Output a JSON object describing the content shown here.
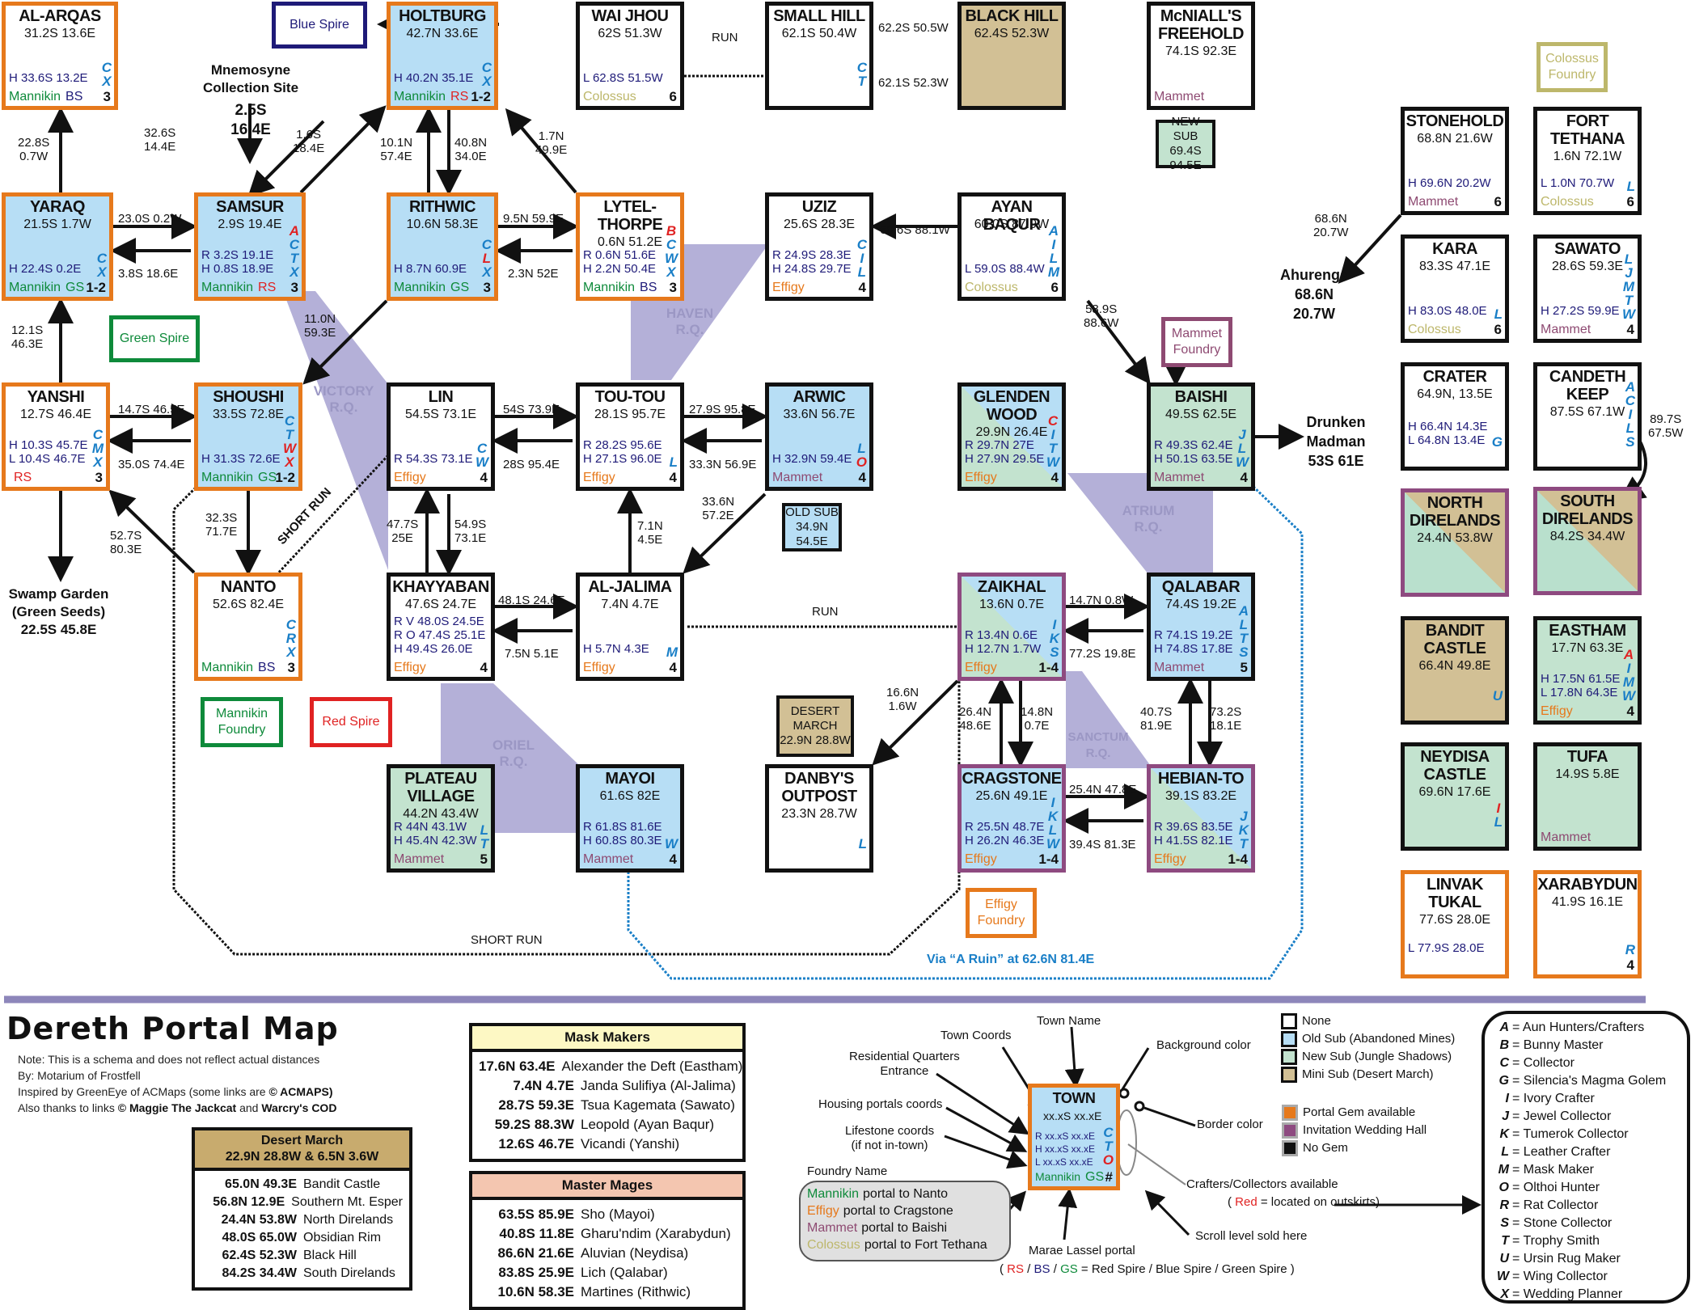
{
  "title": "Dereth Portal Map",
  "notes": {
    "line1": "Note: This is a schema and does not reflect actual distances",
    "line2": "By: Motarium of Frostfell",
    "line3_pre": "Inspired by GreenEye of ACMaps  (some links are ",
    "line3_b": "© ACMAPS)",
    "line4_pre": "Also thanks to links ",
    "line4_b1": "© Maggie The Jackcat",
    "line4_mid": " and ",
    "line4_b2": "Warcry's COD"
  },
  "towns": {
    "al_arqas": {
      "name": "AL-ARQAS",
      "coords": "31.2S 13.6E",
      "lines": [
        "H 33.6S 13.2E"
      ],
      "foundry": "Mannikin",
      "spire": "BS",
      "level": "3",
      "crafters": [
        "C",
        "X"
      ]
    },
    "holtburg": {
      "name": "HOLTBURG",
      "coords": "42.7N 33.6E",
      "lines": [
        "H 40.2N 35.1E"
      ],
      "foundry": "Mannikin",
      "spire": "RS",
      "level": "1-2",
      "crafters": [
        "C",
        "X"
      ]
    },
    "wai_jhou": {
      "name": "WAI JHOU",
      "coords": "62S 51.3W",
      "lines": [
        "L 62.8S 51.5W"
      ],
      "foundry": "Colossus",
      "spire": "",
      "level": "6",
      "crafters": []
    },
    "small_hill": {
      "name": "SMALL HILL",
      "coords": "62.1S 50.4W",
      "lines": [],
      "foundry": "",
      "spire": "",
      "level": "",
      "crafters": [
        "C",
        "T"
      ]
    },
    "black_hill": {
      "name": "BLACK HILL",
      "coords": "62.4S 52.3W",
      "lines": [],
      "foundry": "",
      "spire": "",
      "level": "",
      "crafters": []
    },
    "mcnialls": {
      "name": "McNIALL'S\nFREEHOLD",
      "coords": "74.1S 92.3E",
      "lines": [],
      "foundry": "Mammet",
      "spire": "",
      "level": "",
      "crafters": []
    },
    "yaraq": {
      "name": "YARAQ",
      "coords": "21.5S 1.7W",
      "lines": [
        "H 22.4S 0.2E"
      ],
      "foundry": "Mannikin",
      "spire": "GS",
      "level": "1-2",
      "crafters": [
        "C",
        "X"
      ]
    },
    "samsur": {
      "name": "SAMSUR",
      "coords": "2.9S 19.4E",
      "lines": [
        "R 3.2S 19.1E",
        "H 0.8S 18.9E"
      ],
      "foundry": "Mannikin",
      "spire": "RS",
      "level": "3",
      "crafters": [
        "A*",
        "C",
        "T",
        "X"
      ]
    },
    "rithwic": {
      "name": "RITHWIC",
      "coords": "10.6N 58.3E",
      "lines": [
        "H 8.7N 60.9E"
      ],
      "foundry": "Mannikin",
      "spire": "GS",
      "level": "3",
      "crafters": [
        "C",
        "L*",
        "X"
      ]
    },
    "lytelthorpe": {
      "name": "LYTEL-\nTHORPE",
      "coords": "0.6N 51.2E",
      "lines": [
        "R 0.6N 51.6E",
        "H 2.2N 50.4E"
      ],
      "foundry": "Mannikin",
      "spire": "BS",
      "level": "3",
      "crafters": [
        "B*",
        "C",
        "W",
        "X"
      ]
    },
    "uziz": {
      "name": "UZIZ",
      "coords": "25.6S 28.3E",
      "lines": [
        "R 24.9S 28.3E",
        "H 24.8S 29.7E"
      ],
      "foundry": "Effigy",
      "spire": "",
      "level": "4",
      "crafters": [
        "C",
        "I",
        "L"
      ]
    },
    "ayan_baqur": {
      "name": "AYAN BAQUR",
      "coords": "60.0S 87.9W",
      "lines": [
        "L 59.0S 88.4W"
      ],
      "foundry": "Colossus",
      "spire": "",
      "level": "6",
      "crafters": [
        "A",
        "I",
        "L",
        "M"
      ]
    },
    "stonehold": {
      "name": "STONEHOLD",
      "coords": "68.8N 21.6W",
      "lines": [
        "H 69.6N 20.2W"
      ],
      "foundry": "Mammet",
      "spire": "",
      "level": "6",
      "crafters": []
    },
    "fort_tethana": {
      "name": "FORT\nTETHANA",
      "coords": "1.6N 72.1W",
      "lines": [
        "L 1.0N 70.7W"
      ],
      "foundry": "Colossus",
      "spire": "",
      "level": "6",
      "crafters": [
        "L"
      ]
    },
    "kara": {
      "name": "KARA",
      "coords": "83.3S 47.1E",
      "lines": [
        "H 83.0S 48.0E"
      ],
      "foundry": "Colossus",
      "spire": "",
      "level": "6",
      "crafters": [
        "L"
      ]
    },
    "sawato": {
      "name": "SAWATO",
      "coords": "28.6S 59.3E",
      "lines": [
        "H 27.2S 59.9E"
      ],
      "foundry": "Mammet",
      "spire": "",
      "level": "4",
      "crafters": [
        "L",
        "J",
        "M",
        "T",
        "W"
      ]
    },
    "yanshi": {
      "name": "YANSHI",
      "coords": "12.7S 46.4E",
      "lines": [
        "H 10.3S 45.7E",
        "L 10.4S 46.7E"
      ],
      "foundry": "",
      "spire": "RS",
      "level": "3",
      "crafters": [
        "C",
        "M",
        "X"
      ]
    },
    "shoushi": {
      "name": "SHOUSHI",
      "coords": "33.5S 72.8E",
      "lines": [
        "H 31.3S 72.6E"
      ],
      "foundry": "Mannikin",
      "spire": "GS",
      "level": "1-2",
      "crafters": [
        "C",
        "T",
        "W*",
        "X*"
      ]
    },
    "lin": {
      "name": "LIN",
      "coords": "54.5S 73.1E",
      "lines": [
        "R 54.3S 73.1E"
      ],
      "foundry": "Effigy",
      "spire": "",
      "level": "4",
      "crafters": [
        "C",
        "W"
      ]
    },
    "toutou": {
      "name": "TOU-TOU",
      "coords": "28.1S 95.7E",
      "lines": [
        "R 28.2S 95.6E",
        "H 27.1S 96.0E"
      ],
      "foundry": "Effigy",
      "spire": "",
      "level": "4",
      "crafters": [
        "L"
      ]
    },
    "arwic": {
      "name": "ARWIC",
      "coords": "33.6N 56.7E",
      "lines": [
        "H 32.9N 59.4E"
      ],
      "foundry": "Mammet",
      "spire": "",
      "level": "4",
      "crafters": [
        "L",
        "O*"
      ]
    },
    "glenden": {
      "name": "GLENDEN\nWOOD",
      "coords": "29.9N 26.4E",
      "lines": [
        "R 29.7N 27E",
        "H 27.9N 29.5E"
      ],
      "foundry": "Effigy",
      "spire": "",
      "level": "4",
      "crafters": [
        "C*",
        "I",
        "T",
        "W"
      ]
    },
    "baishi": {
      "name": "BAISHI",
      "coords": "49.5S 62.5E",
      "lines": [
        "R 49.3S 62.4E",
        "H 50.1S 63.5E"
      ],
      "foundry": "Mammet",
      "spire": "",
      "level": "4",
      "crafters": [
        "J",
        "L",
        "W"
      ]
    },
    "crater": {
      "name": "CRATER",
      "coords": "64.9N, 13.5E",
      "lines": [
        "H 66.4N 14.3E",
        "L 64.8N 13.4E"
      ],
      "foundry": "",
      "spire": "",
      "level": "",
      "crafters": [
        "G"
      ]
    },
    "candeth": {
      "name": "CANDETH\nKEEP",
      "coords": "87.5S 67.1W",
      "lines": [],
      "foundry": "",
      "spire": "",
      "level": "",
      "crafters": [
        "A",
        "C",
        "I",
        "L",
        "S"
      ]
    },
    "north_direlands": {
      "name": "NORTH\nDIRELANDS",
      "coords": "24.4N 53.8W",
      "lines": [],
      "foundry": "",
      "spire": "",
      "level": "",
      "crafters": []
    },
    "south_direlands": {
      "name": "SOUTH\nDIRELANDS",
      "coords": "84.2S 34.4W",
      "lines": [],
      "foundry": "",
      "spire": "",
      "level": "",
      "crafters": []
    },
    "nanto": {
      "name": "NANTO",
      "coords": "52.6S 82.4E",
      "lines": [],
      "foundry": "Mannikin",
      "spire": "BS",
      "level": "3",
      "crafters": [
        "C",
        "R",
        "X"
      ]
    },
    "khayyaban": {
      "name": "KHAYYABAN",
      "coords": "47.6S 24.7E",
      "lines": [
        "R V 48.0S 24.5E",
        "R O 47.4S 25.1E",
        "H 49.4S 26.0E"
      ],
      "foundry": "Effigy",
      "spire": "",
      "level": "4",
      "crafters": []
    },
    "al_jalima": {
      "name": "AL-JALIMA",
      "coords": "7.4N 4.7E",
      "lines": [
        "H 5.7N 4.3E"
      ],
      "foundry": "Effigy",
      "spire": "",
      "level": "4",
      "crafters": [
        "M"
      ]
    },
    "zaikhal": {
      "name": "ZAIKHAL",
      "coords": "13.6N 0.7E",
      "lines": [
        "R 13.4N 0.6E",
        "H 12.7N 1.7W"
      ],
      "foundry": "Effigy",
      "spire": "",
      "level": "1-4",
      "crafters": [
        "I",
        "K",
        "S"
      ]
    },
    "qalabar": {
      "name": "QALABAR",
      "coords": "74.4S 19.2E",
      "lines": [
        "R 74.1S 19.2E",
        "H 74.8S 17.8E"
      ],
      "foundry": "Mammet",
      "spire": "",
      "level": "5",
      "crafters": [
        "A",
        "L",
        "T",
        "S"
      ]
    },
    "bandit_castle": {
      "name": "BANDIT\nCASTLE",
      "coords": "66.4N 49.8E",
      "lines": [],
      "foundry": "",
      "spire": "",
      "level": "",
      "crafters": [
        "U"
      ]
    },
    "eastham": {
      "name": "EASTHAM",
      "coords": "17.7N 63.3E",
      "lines": [
        "H 17.5N 61.5E",
        "L 17.8N 64.3E"
      ],
      "foundry": "Effigy",
      "spire": "",
      "level": "4",
      "crafters": [
        "A*",
        "I",
        "M",
        "W"
      ]
    },
    "plateau": {
      "name": "PLATEAU\nVILLAGE",
      "coords": "44.2N 43.4W",
      "lines": [
        "R 44N 43.1W",
        "H 45.4N 42.3W"
      ],
      "foundry": "Mammet",
      "spire": "",
      "level": "5",
      "crafters": [
        "L",
        "T"
      ]
    },
    "mayoi": {
      "name": "MAYOI",
      "coords": "61.6S 82E",
      "lines": [
        "R 61.8S 81.6E",
        "H 60.8S 80.3E"
      ],
      "foundry": "Mammet",
      "spire": "",
      "level": "4",
      "crafters": [
        "W"
      ]
    },
    "danbys": {
      "name": "DANBY'S\nOUTPOST",
      "coords": "23.3N 28.7W",
      "lines": [],
      "foundry": "",
      "spire": "",
      "level": "",
      "crafters": [
        "L"
      ]
    },
    "cragstone": {
      "name": "CRAGSTONE",
      "coords": "25.6N 49.1E",
      "lines": [
        "R 25.5N 48.7E",
        "H 26.2N 46.3E"
      ],
      "foundry": "Effigy",
      "spire": "",
      "level": "1-4",
      "crafters": [
        "I",
        "K",
        "L",
        "W"
      ]
    },
    "hebian_to": {
      "name": "HEBIAN-TO",
      "coords": "39.1S 83.2E",
      "lines": [
        "R 39.6S 83.5E",
        "H 41.5S 82.1E"
      ],
      "foundry": "Effigy",
      "spire": "",
      "level": "1-4",
      "crafters": [
        "J",
        "K",
        "T"
      ]
    },
    "neydisa": {
      "name": "NEYDISA\nCASTLE",
      "coords": "69.6N 17.6E",
      "lines": [],
      "foundry": "",
      "spire": "",
      "level": "",
      "crafters": [
        "I*",
        "L"
      ]
    },
    "tufa": {
      "name": "TUFA",
      "coords": "14.9S 5.8E",
      "lines": [],
      "foundry": "Mammet",
      "spire": "",
      "level": "",
      "crafters": []
    },
    "linvak": {
      "name": "LINVAK\nTUKAL",
      "coords": "77.6S 28.0E",
      "lines": [
        "L 77.9S 28.0E"
      ],
      "foundry": "",
      "spire": "",
      "level": "",
      "crafters": []
    },
    "xarabydun": {
      "name": "XARABYDUN",
      "coords": "41.9S 16.1E",
      "lines": [],
      "foundry": "",
      "spire": "",
      "level": "4",
      "crafters": [
        "R"
      ]
    }
  },
  "subs": {
    "new_sub": "NEW SUB\n69.4S 94.5E",
    "old_sub": "OLD SUB\n34.9N 54.5E",
    "desert_march": "DESERT\nMARCH\n22.9N 28.8W"
  },
  "foundries": {
    "blue_spire": "Blue Spire",
    "green_spire": "Green Spire",
    "mannikin_foundry": "Mannikin\nFoundry",
    "red_spire": "Red Spire",
    "colossus_foundry": "Colossus\nFoundry",
    "mammet_foundry": "Mammet\nFoundry",
    "effigy_foundry": "Effigy\nFoundry"
  },
  "places": {
    "mnemosyne": "Mnemosyne\nCollection Site",
    "mnemosyne_coords": "2.5S\n16.4E",
    "swamp_garden": "Swamp Garden\n(Green Seeds)\n22.5S 45.8E",
    "ahurenga": "Ahurenga\n68.6N\n20.7W",
    "drunken_madman": "Drunken\nMadman\n53S 61E"
  },
  "rq": {
    "haven": "HAVEN\nR.Q.",
    "victory": "VICTORY\nR.Q.",
    "atrium": "ATRIUM\nR.Q.",
    "oriel": "ORIEL\nR.Q.",
    "sanctum": "SANCTUM\nR.Q."
  },
  "links": {
    "l1": "22.8S\n0.7W",
    "l2": "32.6S\n14.4E",
    "l3": "1.6S\n18.4E",
    "l4": "10.1N\n57.4E",
    "l5": "40.8N\n34.0E",
    "l6": "1.7N\n49.9E",
    "l7": "23.0S 0.2W",
    "l8": "3.8S 18.6E",
    "l9": "9.5N 59.9E",
    "l10": "2.3N 52E",
    "l11": "11.0N\n59.3E",
    "l12": "12.1S\n46.3E",
    "l13": "RUN",
    "l14": "62.2S 50.5W",
    "l15": "62.1S 52.3W",
    "l16": "60.6S 88.1W",
    "l17": "58.9S\n88.6W",
    "l18": "68.6N\n20.7W",
    "l19": "14.7S 46.5E",
    "l20": "35.0S 74.4E",
    "l21": "54S 73.9E",
    "l22": "28S 95.4E",
    "l23": "27.9S 95.8E",
    "l24": "33.3N 56.9E",
    "l25": "32.3S\n71.7E",
    "l26": "52.7S\n80.3E",
    "l27": "SHORT RUN",
    "l28": "47.7S\n25E",
    "l29": "54.9S\n73.1E",
    "l30": "7.1N\n4.5E",
    "l31": "33.6N\n57.2E",
    "l32": "48.1S 24.6E",
    "l33": "7.5N 5.1E",
    "l34": "RUN",
    "l35": "14.7N 0.8W",
    "l36": "77.2S 19.8E",
    "l37": "16.6N\n1.6W",
    "l38": "26.4N\n48.6E",
    "l39": "14.8N\n0.7E",
    "l40": "40.7S\n81.9E",
    "l41": "73.2S\n18.1E",
    "l42": "25.4N 47.8E",
    "l43": "39.4S 81.3E",
    "l44": "89.7S\n67.5W",
    "l45": "SHORT RUN",
    "via_ruin": "Via “A Ruin” at  62.6N 81.4E"
  },
  "tables": {
    "desert_march": {
      "header": "Desert March\n22.9N 28.8W & 6.5N 3.6W",
      "rows": [
        {
          "coords": "65.0N 49.3E",
          "name": "Bandit Castle"
        },
        {
          "coords": "56.8N 12.9E",
          "name": "Southern Mt. Esper"
        },
        {
          "coords": "24.4N 53.8W",
          "name": "North Direlands"
        },
        {
          "coords": "48.0S 65.0W",
          "name": "Obsidian Rim"
        },
        {
          "coords": "62.4S 52.3W",
          "name": "Black Hill"
        },
        {
          "coords": "84.2S 34.4W",
          "name": "South Direlands"
        }
      ]
    },
    "mask_makers": {
      "header": "Mask Makers",
      "rows": [
        {
          "coords": "17.6N 63.4E",
          "name": "Alexander the Deft (Eastham)"
        },
        {
          "coords": "7.4N 4.7E",
          "name": "Janda Sulifiya (Al-Jalima)"
        },
        {
          "coords": "28.7S 59.3E",
          "name": "Tsua Kagemata (Sawato)"
        },
        {
          "coords": "59.2S 88.3W",
          "name": "Leopold (Ayan Baqur)"
        },
        {
          "coords": "12.6S 46.7E",
          "name": "Vicandi (Yanshi)"
        }
      ]
    },
    "master_mages": {
      "header": "Master Mages",
      "rows": [
        {
          "coords": "63.5S 85.9E",
          "name": "Sho (Mayoi)"
        },
        {
          "coords": "40.8S 11.8E",
          "name": "Gharu'ndim (Xarabydun)"
        },
        {
          "coords": "86.6N 21.6E",
          "name": "Aluvian (Neydisa)"
        },
        {
          "coords": "83.8S 25.9E",
          "name": "Lich (Qalabar)"
        },
        {
          "coords": "10.6N 58.3E",
          "name": "Martines (Rithwic)"
        }
      ]
    }
  },
  "legend": {
    "town_name": "Town Name",
    "town_coords": "Town Coords",
    "rq_entrance": "Residential Quarters\nEntrance",
    "housing": "Housing portals coords",
    "lifestone": "Lifestone coords\n(if not in-town)",
    "foundry_name": "Foundry Name",
    "background_color": "Background color",
    "border_color": "Border color",
    "crafters": "Crafters/Collectors available",
    "crafters_note_pre": "( ",
    "crafters_note_red": "Red",
    "crafters_note_post": " = located on outskirts)",
    "scroll": "Scroll level sold here",
    "marae": "Marae Lassel portal",
    "marae_note": "= Red Spire / Blue Spire / Green Spire )",
    "sample": {
      "name": "TOWN",
      "coords": "xx.xS xx.xE",
      "r": "R xx.xS xx.xE",
      "h": "H xx.xS xx.xE",
      "l": "L xx.xS xx.xE",
      "foundry": "Mannikin",
      "spire": "GS",
      "level": "#",
      "crafters": [
        "C",
        "T",
        "O*"
      ]
    },
    "foundry_list": [
      {
        "name": "Mannikin",
        "text": "portal to Nanto"
      },
      {
        "name": "Effigy",
        "text": "portal to Cragstone"
      },
      {
        "name": "Mammet",
        "text": "portal to Baishi"
      },
      {
        "name": "Colossus",
        "text": "portal to Fort Tethana"
      }
    ],
    "backgrounds": [
      {
        "label": "None",
        "color": "#ffffff"
      },
      {
        "label": "Old Sub (Abandoned Mines)",
        "color": "#b7def5"
      },
      {
        "label": "New Sub (Jungle Shadows)",
        "color": "#c3e3cf"
      },
      {
        "label": "Mini Sub (Desert March)",
        "color": "#d2c095"
      }
    ],
    "borders": [
      {
        "label": "Portal Gem available",
        "color": "#e6791c"
      },
      {
        "label": "Invitation Wedding Hall",
        "color": "#8e4a80"
      },
      {
        "label": "No Gem",
        "color": "#111111"
      }
    ],
    "key": [
      {
        "k": "A",
        "v": "= Aun Hunters/Crafters"
      },
      {
        "k": "B",
        "v": "= Bunny Master"
      },
      {
        "k": "C",
        "v": "= Collector"
      },
      {
        "k": "G",
        "v": "= Silencia's Magma Golem"
      },
      {
        "k": "I",
        "v": "= Ivory Crafter"
      },
      {
        "k": "J",
        "v": "= Jewel Collector"
      },
      {
        "k": "K",
        "v": "= Tumerok Collector"
      },
      {
        "k": "L",
        "v": "= Leather Crafter"
      },
      {
        "k": "M",
        "v": "= Mask Maker"
      },
      {
        "k": "O",
        "v": "= Olthoi Hunter"
      },
      {
        "k": "R",
        "v": "= Rat Collector"
      },
      {
        "k": "S",
        "v": "= Stone Collector"
      },
      {
        "k": "T",
        "v": "= Trophy Smith"
      },
      {
        "k": "U",
        "v": "= Ursin Rug Maker"
      },
      {
        "k": "W",
        "v": "= Wing Collector"
      },
      {
        "k": "X",
        "v": "= Wedding Planner"
      }
    ]
  },
  "colors": {
    "old_sub": "#b7def5",
    "new_sub": "#c3e3cf",
    "mini_sub": "#d2c095",
    "portal_gem": "#e6791c",
    "wedding_hall": "#8e4a80",
    "no_gem": "#111111",
    "crafter": "#1a7fc7",
    "crafter_outskirts": "#e02222",
    "rq": "#b4b0d8"
  }
}
